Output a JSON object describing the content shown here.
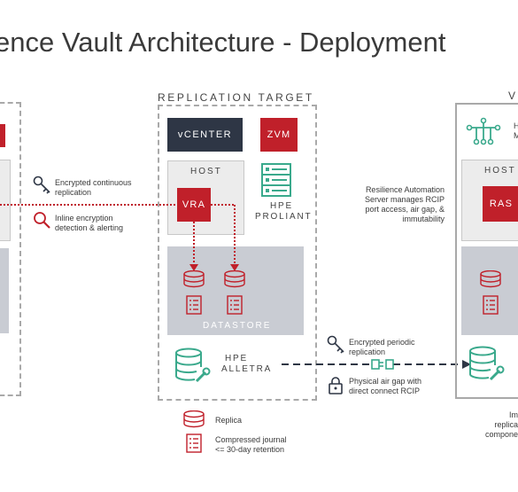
{
  "title": "ence Vault Architecture - Deployment",
  "replication_target": {
    "header": "REPLICATION TARGET",
    "vcenter": "vCENTER",
    "zvm": "ZVM",
    "host": "HOST",
    "vra": "VRA",
    "proliant": [
      "HPE",
      "PROLIANT"
    ],
    "datastore": "DATASTORE",
    "alletra": [
      "HPE",
      "ALLETRA"
    ]
  },
  "left_notes": {
    "encrypted_continuous": [
      "Encrypted continuous",
      "replication"
    ],
    "inline_encryption": [
      "Inline encryption",
      "detection & alerting"
    ]
  },
  "ras_note": [
    "Resilience Automation",
    "Server manages RCIP",
    "port access, air gap, &",
    "immutability"
  ],
  "periodic_note": [
    "Encrypted periodic",
    "replication"
  ],
  "airgap_note": [
    "Physical air gap with",
    "direct connect RCIP"
  ],
  "right_vault": {
    "header_partial": "V",
    "icon_text": [
      "H",
      "M"
    ],
    "host": "HOST",
    "ras": "RAS",
    "bottom_text": [
      "Im",
      "replica",
      "compone"
    ]
  },
  "legend": {
    "replica": "Replica",
    "journal": [
      "Compressed journal",
      "<= 30-day retention"
    ]
  },
  "colors": {
    "accent_red": "#c0202a",
    "dark_navy": "#2e3645",
    "teal_green": "#3aa98c",
    "datastore_gray": "#c9ccd3"
  }
}
